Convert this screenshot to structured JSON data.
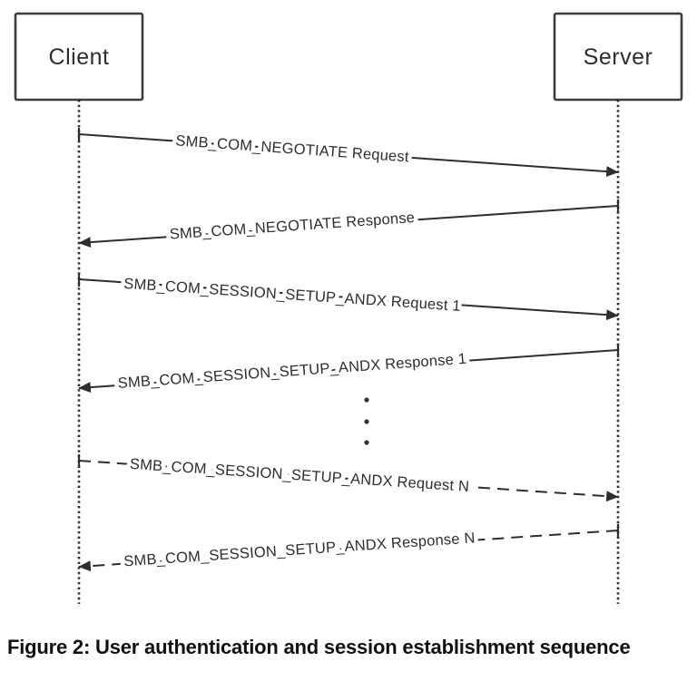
{
  "diagram": {
    "actors": [
      {
        "label": "Client"
      },
      {
        "label": "Server"
      }
    ],
    "messages": [
      {
        "label": "SMB_COM_NEGOTIATE Request",
        "from": "Client",
        "to": "Server",
        "line_style": "solid"
      },
      {
        "label": "SMB_COM_NEGOTIATE Response",
        "from": "Server",
        "to": "Client",
        "line_style": "solid"
      },
      {
        "label": "SMB_COM_SESSION_SETUP_ANDX Request 1",
        "from": "Client",
        "to": "Server",
        "line_style": "solid"
      },
      {
        "label": "SMB_COM_SESSION_SETUP_ANDX Response 1",
        "from": "Server",
        "to": "Client",
        "line_style": "solid"
      },
      {
        "label": "SMB_COM_SESSION_SETUP_ANDX Request N",
        "from": "Client",
        "to": "Server",
        "line_style": "dashed"
      },
      {
        "label": "SMB_COM_SESSION_SETUP_ANDX Response N",
        "from": "Server",
        "to": "Client",
        "line_style": "dashed"
      }
    ],
    "caption": "Figure 2: User authentication and session establishment sequence"
  },
  "colors": {
    "ink": "#2e2e2e",
    "background": "#ffffff"
  }
}
